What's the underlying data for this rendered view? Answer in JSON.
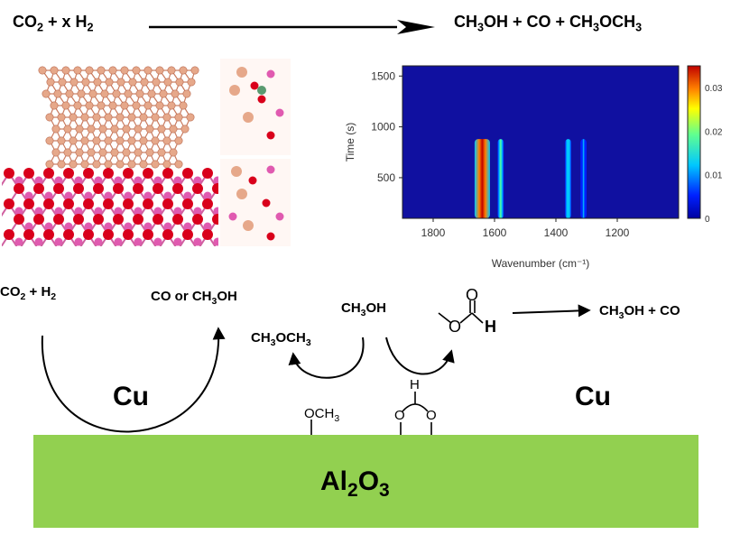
{
  "top_equation": {
    "reactants": [
      "CO",
      "2",
      " + x H",
      "2"
    ],
    "products": [
      "CH",
      "3",
      "OH + CO + CH",
      "3",
      "OCH",
      "3"
    ]
  },
  "bottom": {
    "left_reactant": [
      "CO",
      "2",
      " + H",
      "2"
    ],
    "left_product": [
      "CO or CH",
      "3",
      "OH"
    ],
    "dme": [
      "CH",
      "3",
      "OCH",
      "3"
    ],
    "methanol": [
      "CH",
      "3",
      "OH"
    ],
    "formate_h": "H",
    "formate_o": "O",
    "right_product": [
      "CH",
      "3",
      "OH + CO"
    ],
    "methoxy": [
      "OCH",
      "3"
    ],
    "surface_formate_h": "H",
    "surface_formate_o1": "O",
    "surface_formate_o2": "O",
    "cu_left": "Cu",
    "cu_right": "Cu",
    "substrate": [
      "Al",
      "2",
      "O",
      "3"
    ]
  },
  "colors": {
    "substrate": "#92d050",
    "cu_atoms": "#e6a88a",
    "o_atoms": "#d9001b",
    "al_atoms": "#e05ab0",
    "heatmap_background": "#1010a0"
  },
  "chart_data": {
    "type": "heatmap",
    "xlabel": "Wavenumber (cm⁻¹)",
    "ylabel": "Time (s)",
    "x_ticks": [
      "1800",
      "1600",
      "1400",
      "1200"
    ],
    "y_ticks": [
      "500",
      "1000",
      "1500"
    ],
    "colorbar_ticks": [
      "0",
      "0.01",
      "0.02",
      "0.03"
    ],
    "xlim": [
      1900,
      1000
    ],
    "ylim": [
      100,
      1600
    ],
    "colorbar_range": [
      0,
      0.035
    ],
    "bands": [
      {
        "center": 1640,
        "width": 50,
        "time_range": [
          100,
          880
        ],
        "intensity": 0.034
      },
      {
        "center": 1580,
        "width": 20,
        "time_range": [
          100,
          880
        ],
        "intensity": 0.013
      },
      {
        "center": 1360,
        "width": 20,
        "time_range": [
          100,
          880
        ],
        "intensity": 0.008
      },
      {
        "center": 1310,
        "width": 20,
        "time_range": [
          100,
          880
        ],
        "intensity": 0.007
      }
    ]
  }
}
